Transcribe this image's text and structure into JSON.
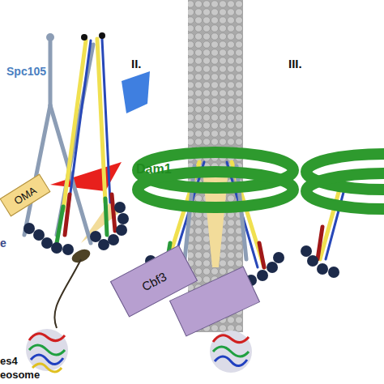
{
  "diagram": {
    "nodes": [
      {
        "text": [
          "OMA"
        ]
      },
      {
        "text": [
          "Cbf3"
        ]
      }
    ],
    "labels": [
      "Spc105",
      "e",
      "es4",
      "eosome",
      "II.",
      "Dam1",
      "III."
    ]
  }
}
